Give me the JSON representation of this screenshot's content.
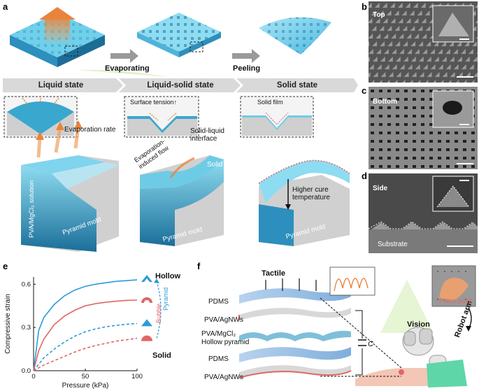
{
  "panels": {
    "a": "a",
    "b": "b",
    "c": "c",
    "d": "d",
    "e": "e",
    "f": "f"
  },
  "panel_a": {
    "process": [
      "Evaporating",
      "Peeling"
    ],
    "stages": [
      "Liquid state",
      "Liquid-solid state",
      "Solid state"
    ],
    "insets": {
      "surface_tension": "Surface tension↑",
      "solid_film": "Solid film"
    },
    "annotations": {
      "evaporation_rate": "Evaporation rate",
      "solid_liquid_interface": "Solid-liquid interface",
      "evaporation_flow": "Evaporation-induced flow",
      "solid": "Solid",
      "higher_cure": "Higher cure temperature",
      "solution": "PVA/MgCl₂ solution",
      "mold": "Pyramid mold"
    }
  },
  "panel_b": {
    "label": "Top"
  },
  "panel_c": {
    "label": "Bottom"
  },
  "panel_d": {
    "label": "Side",
    "substrate": "Substrate"
  },
  "panel_f": {
    "tactile": "Tactile",
    "vision": "Vision",
    "robot_arm": "Robot arm",
    "pulse_point": "Pulse point",
    "capacitance": "C",
    "layers": [
      "PDMS",
      "PVA/AgNWs",
      "PVA/MgCl₂ Hollow pyramid",
      "PDMS",
      "PVA/AgNWs"
    ]
  },
  "chart_data": {
    "type": "line",
    "xlabel": "Pressure (kPa)",
    "ylabel": "Compressive strain",
    "xlim": [
      0,
      100
    ],
    "ylim": [
      0,
      0.65
    ],
    "xticks": [
      "0",
      "50",
      "100"
    ],
    "yticks": [
      "0.0",
      "0.3",
      "0.6"
    ],
    "legend": {
      "hollow": "Hollow",
      "solid": "Solid",
      "bubble": "Bubble",
      "pyramid": "Pyramid"
    },
    "series": [
      {
        "color": "#2e9bd6",
        "dash": false,
        "x": [
          0,
          5,
          10,
          20,
          30,
          40,
          50,
          60,
          70,
          80,
          90,
          100
        ],
        "y": [
          0,
          0.28,
          0.37,
          0.46,
          0.52,
          0.56,
          0.585,
          0.6,
          0.61,
          0.62,
          0.625,
          0.63
        ]
      },
      {
        "color": "#e06666",
        "dash": false,
        "x": [
          0,
          5,
          10,
          20,
          30,
          40,
          50,
          60,
          70,
          80,
          90,
          100
        ],
        "y": [
          0,
          0.14,
          0.22,
          0.32,
          0.38,
          0.42,
          0.45,
          0.465,
          0.475,
          0.482,
          0.488,
          0.49
        ]
      },
      {
        "color": "#2e9bd6",
        "dash": true,
        "x": [
          0,
          10,
          20,
          30,
          40,
          50,
          60,
          70,
          80,
          90,
          100
        ],
        "y": [
          0,
          0.09,
          0.15,
          0.2,
          0.24,
          0.27,
          0.29,
          0.305,
          0.315,
          0.322,
          0.328
        ]
      },
      {
        "color": "#e06666",
        "dash": true,
        "x": [
          0,
          10,
          20,
          30,
          40,
          50,
          60,
          70,
          80,
          90,
          100
        ],
        "y": [
          0,
          0.04,
          0.07,
          0.1,
          0.13,
          0.155,
          0.175,
          0.19,
          0.205,
          0.215,
          0.225
        ]
      }
    ]
  },
  "colors": {
    "blue": "#2e9bd6",
    "red": "#e06666",
    "cyan": "#6ecbe6",
    "gray": "#d9d9d9"
  }
}
